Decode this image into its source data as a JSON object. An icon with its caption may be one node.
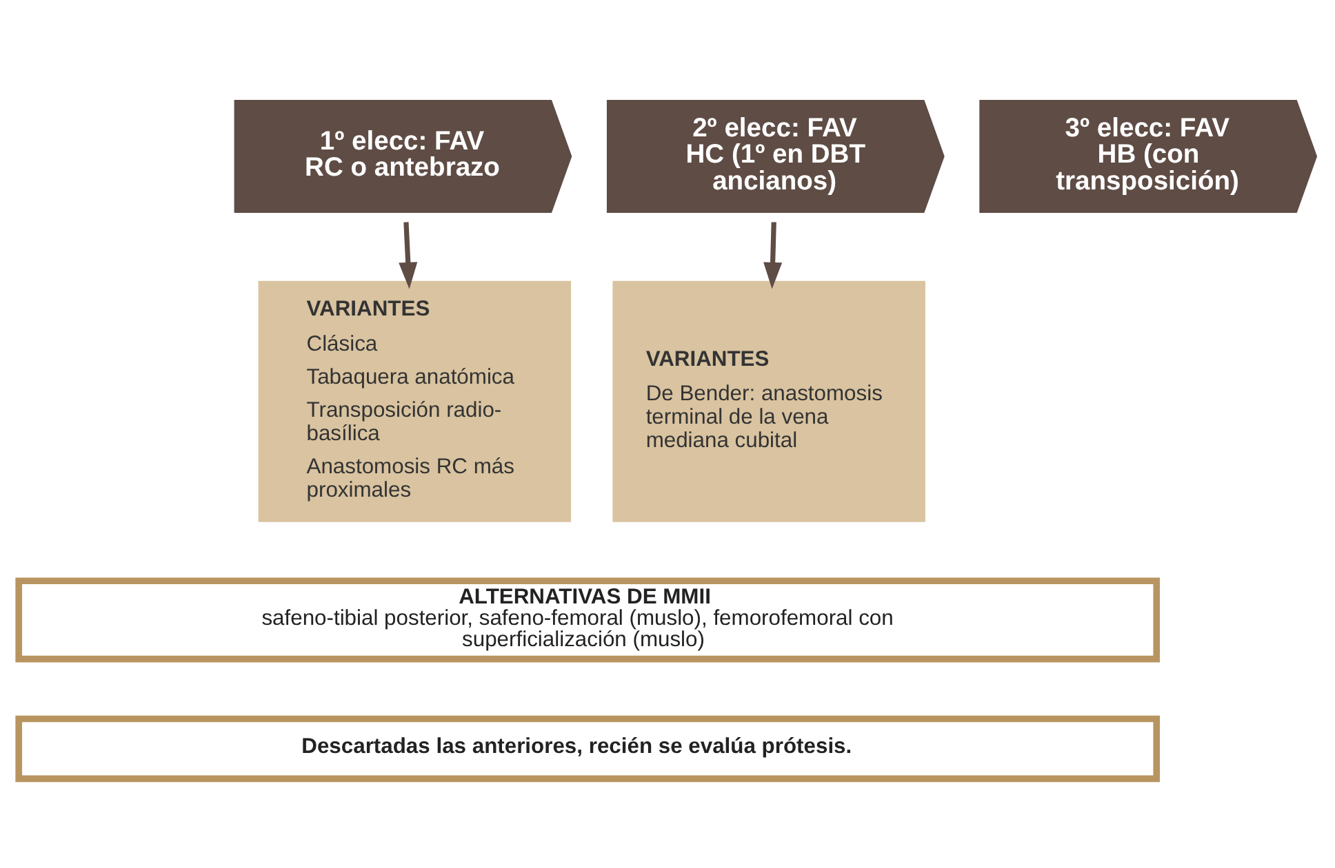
{
  "diagram": {
    "nodes": [
      {
        "text": [
          "1º elecc: FAV RC o antebrazo"
        ]
      },
      {
        "text": [
          "2º elecc: FAV HC (1º en DBT ancianos)"
        ]
      },
      {
        "text": [
          "3º elecc: FAV HB (con transposición)"
        ]
      },
      {
        "text": [
          "VARIANTES",
          "Clásica",
          "Tabaquera anatómica",
          "Transposición radio-basílica",
          "Anastomosis RC más proximales"
        ]
      },
      {
        "text": [
          "VARIANTES",
          "De Bender: anastomosis terminal de la vena mediana cubital"
        ]
      },
      {
        "text": [
          "ALTERNATIVAS DE MMII",
          "safeno-tibial posterior, safeno-femoral (muslo), femorofemoral con superficialización (muslo)"
        ]
      },
      {
        "text": [
          "Descartadas las anteriores, recién se evalúa prótesis."
        ]
      }
    ],
    "edges": [
      {
        "from": 0,
        "to": 3,
        "arrow": "to"
      },
      {
        "from": 1,
        "to": 4,
        "arrow": "to"
      }
    ]
  }
}
